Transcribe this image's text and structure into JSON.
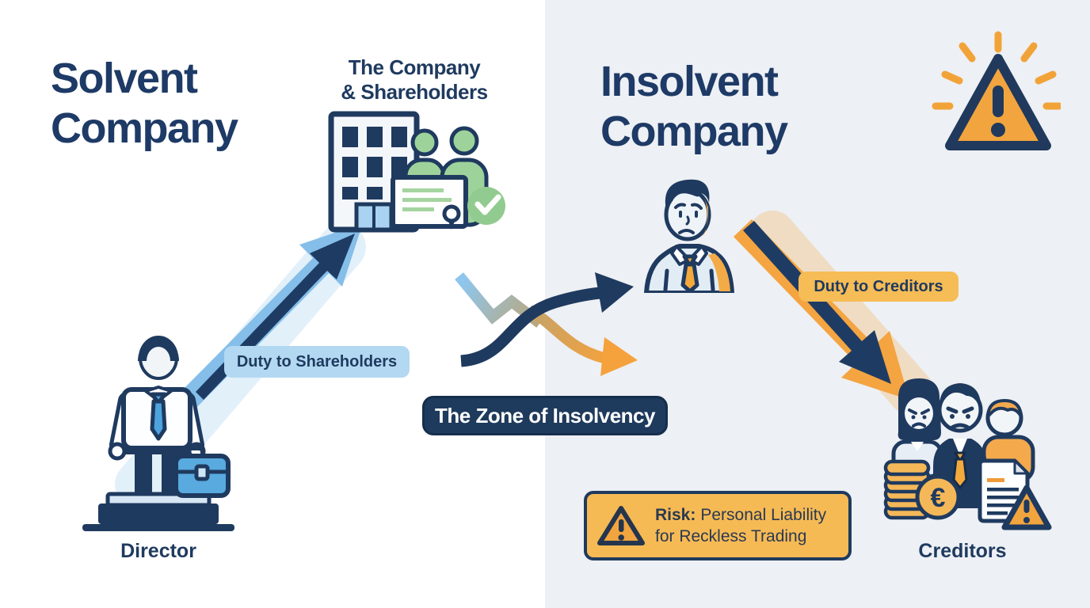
{
  "left": {
    "title": "Solvent Company",
    "company_label": {
      "line1": "The Company",
      "line2": "& Shareholders"
    },
    "duty_badge": "Duty to Shareholders",
    "director_label": "Director"
  },
  "center": {
    "zone_badge": "The Zone of Insolvency"
  },
  "right": {
    "title": "Insolvent Company",
    "duty_badge": "Duty to Creditors",
    "creditors_label": "Creditors",
    "risk_badge": {
      "prefix": "Risk:",
      "line1": "Personal Liability",
      "line2": "for Reckless Trading"
    }
  },
  "icons": {
    "euro_symbol": "€",
    "warning_triangle": "exclamation-triangle",
    "check_circle": "check-circle"
  },
  "colors": {
    "navy": "#1f3a5f",
    "sky_blue": "#85bee9",
    "badge_blue": "#b3d8f2",
    "orange": "#f2a43e",
    "amber": "#f6bc55",
    "green": "#9ed29b",
    "bg_right": "#edf0f4"
  }
}
